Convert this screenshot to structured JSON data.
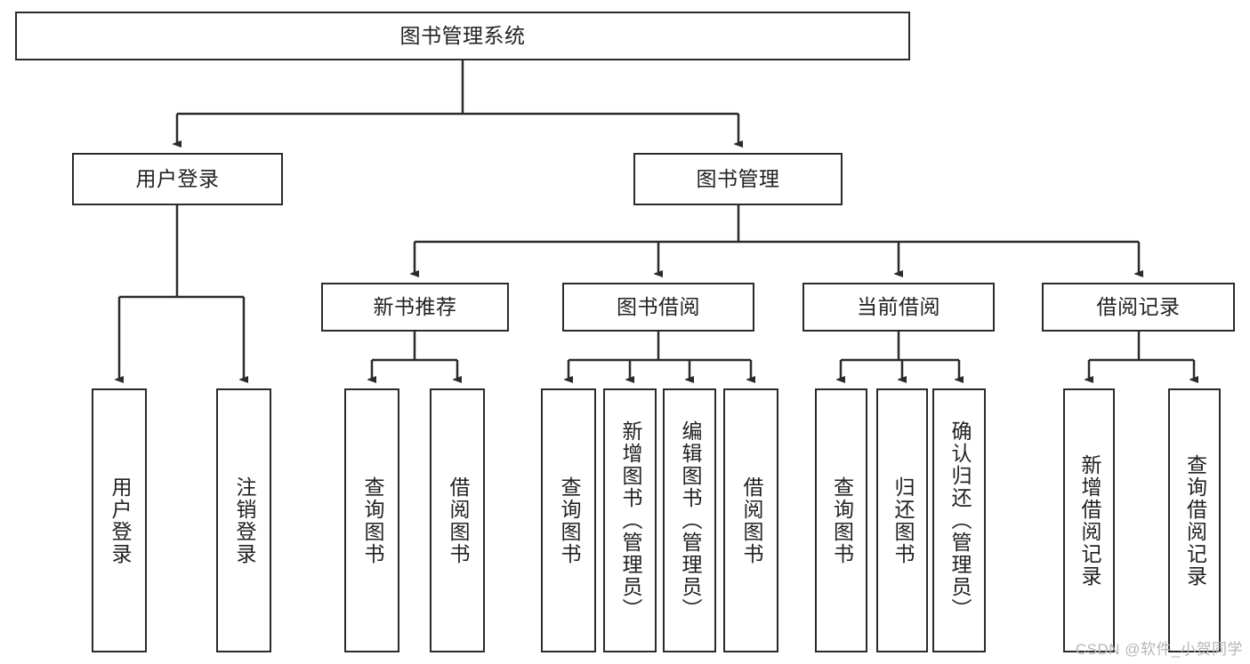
{
  "diagram": {
    "title": "图书管理系统",
    "type": "tree-hierarchy",
    "root": {
      "label": "图书管理系统"
    },
    "level2": [
      {
        "label": "用户登录"
      },
      {
        "label": "图书管理"
      }
    ],
    "level3": [
      {
        "label": "新书推荐"
      },
      {
        "label": "图书借阅"
      },
      {
        "label": "当前借阅"
      },
      {
        "label": "借阅记录"
      }
    ],
    "leaves": [
      {
        "label": "用户登录"
      },
      {
        "label": "注销登录"
      },
      {
        "label": "查询图书"
      },
      {
        "label": "借阅图书"
      },
      {
        "label": "查询图书"
      },
      {
        "label": "新增图书（管理员）"
      },
      {
        "label": "编辑图书（管理员）"
      },
      {
        "label": "借阅图书"
      },
      {
        "label": "查询图书"
      },
      {
        "label": "归还图书"
      },
      {
        "label": "确认归还（管理员）"
      },
      {
        "label": "新增借阅记录"
      },
      {
        "label": "查询借阅记录"
      }
    ]
  },
  "watermark": {
    "text": "CSDN @软件_小贺同学"
  },
  "colors": {
    "stroke": "#2b2b2b",
    "text": "#222222",
    "background": "#ffffff",
    "watermark": "#b6b6b6"
  }
}
